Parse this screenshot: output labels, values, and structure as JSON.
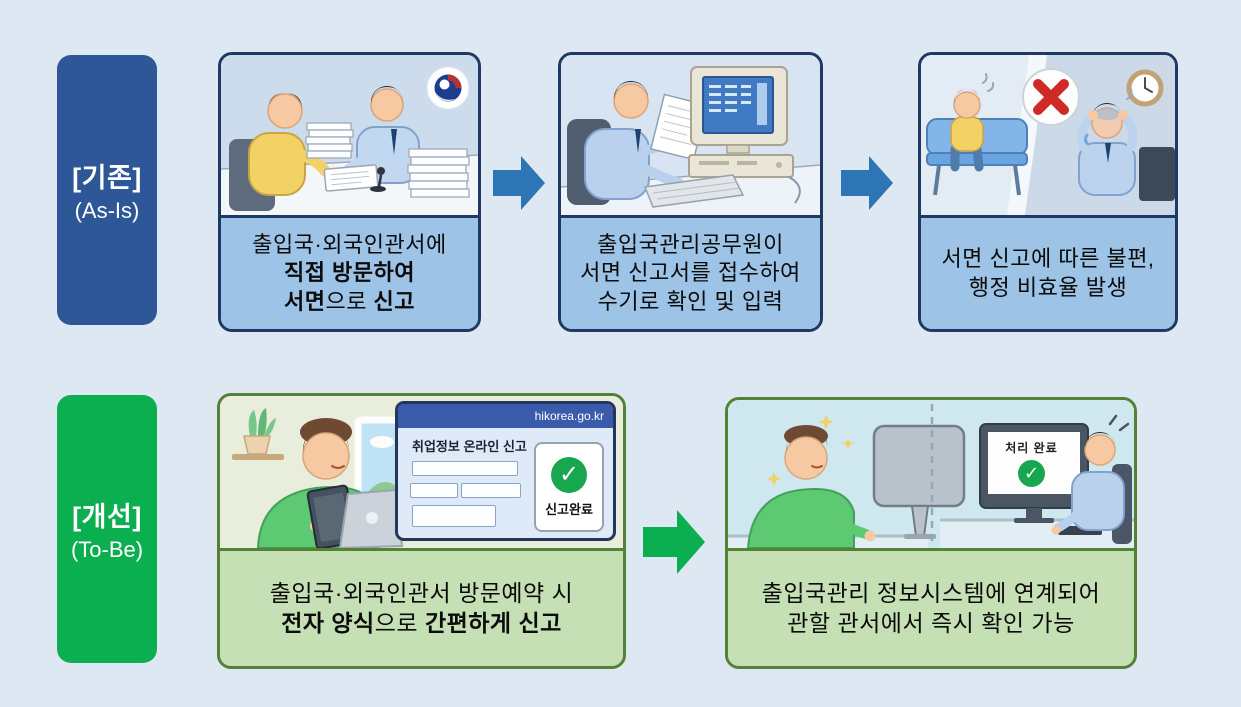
{
  "colors": {
    "background": "#DDE8F3",
    "asis_label_bg": "#2E5797",
    "asis_card_border": "#1F3864",
    "asis_caption_bg": "#9DC3E6",
    "asis_arrow": "#2E75B6",
    "tobe_label_bg": "#0CAF50",
    "tobe_card_border": "#538135",
    "tobe_caption_bg": "#C5E0B4",
    "tobe_arrow": "#0CAF50",
    "error_red": "#CE2A26",
    "success_green": "#17A74E"
  },
  "asis": {
    "label": {
      "title": "[기존]",
      "subtitle": "(As-Is)"
    },
    "card1": {
      "line1": "출입국·외국인관서에",
      "line2": "직접 방문하여",
      "line3_b1": "서면",
      "line3_r": "으로 ",
      "line3_b2": "신고"
    },
    "card2": {
      "line1": "출입국관리공무원이",
      "line2": "서면 신고서를 접수하여",
      "line3": "수기로 확인 및 입력"
    },
    "card3": {
      "line1": "서면 신고에 따른 불편,",
      "line2": "행정 비효율 발생"
    }
  },
  "tobe": {
    "label": {
      "title": "[개선]",
      "subtitle": "(To-Be)"
    },
    "card1": {
      "line1": "출입국·외국인관서 방문예약 시",
      "line2_b1": "전자 양식",
      "line2_r": "으로 ",
      "line2_b2": "간편하게 신고"
    },
    "card2": {
      "line1": "출입국관리 정보시스템에 연계되어",
      "line2": "관할 관서에서 즉시 확인 가능"
    }
  },
  "popup": {
    "site": "hikorea.go.kr",
    "form_title": "취업정보 온라인 신고",
    "done_label": "신고완료",
    "check_glyph": "✓"
  },
  "monitor": {
    "done_label": "처리 완료",
    "check_glyph": "✓"
  }
}
